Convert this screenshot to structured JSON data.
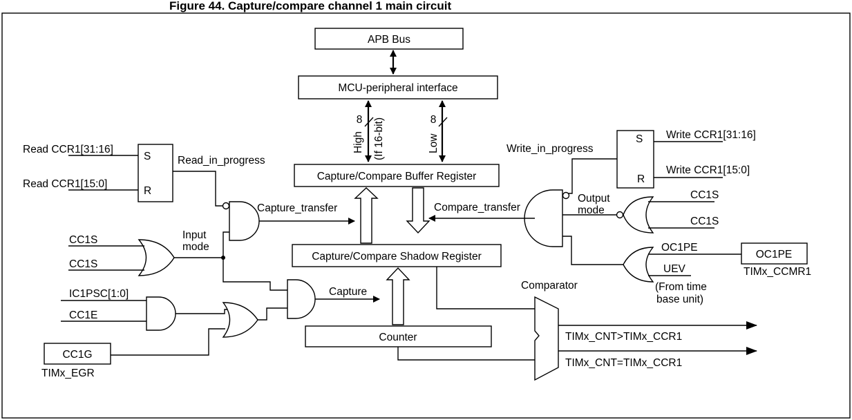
{
  "title": "Figure 44. Capture/compare channel 1 main circuit",
  "blocks": {
    "apb_bus": "APB Bus",
    "mcu_interface": "MCU-peripheral interface",
    "buffer_register": "Capture/Compare Buffer Register",
    "shadow_register": "Capture/Compare Shadow Register",
    "counter": "Counter",
    "cc1g": "CC1G",
    "oc1pe_box": "OC1PE"
  },
  "bus_labels": {
    "width_high": "8",
    "width_low": "8",
    "high": "High",
    "if16": "(If 16-bit)",
    "low": "Low"
  },
  "read_latch": {
    "s": "S",
    "r": "R",
    "read_high": "Read CCR1[31:16]",
    "read_low": "Read CCR1[15:0]",
    "output": "Read_in_progress"
  },
  "write_latch": {
    "s": "S",
    "r": "R",
    "write_high": "Write CCR1[31:16]",
    "write_low": "Write CCR1[15:0]",
    "output": "Write_in_progress"
  },
  "signals": {
    "capture_transfer": "Capture_transfer",
    "compare_transfer": "Compare_transfer",
    "input_mode_1": "Input",
    "input_mode_2": "mode",
    "output_mode_1": "Output",
    "output_mode_2": "mode",
    "cc1s_in_a": "CC1S",
    "cc1s_in_b": "CC1S",
    "cc1s_out_a": "CC1S",
    "cc1s_out_b": "CC1S",
    "ic1psc": "IC1PSC[1:0]",
    "cc1e": "CC1E",
    "capture": "Capture",
    "oc1pe": "OC1PE",
    "uev": "UEV",
    "from_time_1": "(From time",
    "from_time_2": "base unit)",
    "tim_egr": "TIMx_EGR",
    "tim_ccmr1": "TIMx_CCMR1",
    "comparator": "Comparator",
    "cnt_gt": "TIMx_CNT>TIMx_CCR1",
    "cnt_eq": "TIMx_CNT=TIMx_CCR1"
  }
}
